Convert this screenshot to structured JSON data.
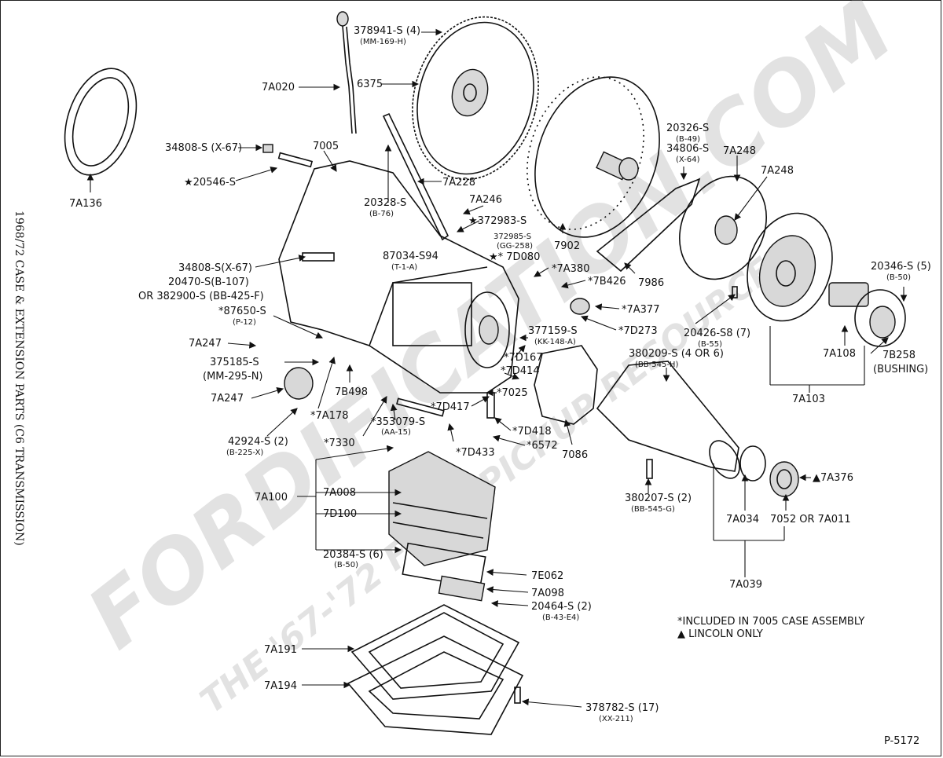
{
  "sidebar_title": "1968/72   CASE & EXTENSION PARTS (C6 TRANSMISSION)",
  "watermark": {
    "line1": "FORDIFICATION.COM",
    "line2": "THE '67-'72 FORD PICKUP RESOURCE"
  },
  "figure_number": "P-5172",
  "notes": [
    "*INCLUDED IN 7005 CASE ASSEMBLY",
    "▲ LINCOLN ONLY"
  ],
  "callouts": [
    {
      "id": "7a136",
      "text": "7A136",
      "sub": ""
    },
    {
      "id": "34808-x67-a",
      "text": "34808-S (X-67)",
      "sub": ""
    },
    {
      "id": "20546",
      "text": "★20546-S",
      "sub": ""
    },
    {
      "id": "7005",
      "text": "7005",
      "sub": ""
    },
    {
      "id": "7a020",
      "text": "7A020",
      "sub": ""
    },
    {
      "id": "378941",
      "text": "378941-S (4)",
      "sub": "(MM-169-H)"
    },
    {
      "id": "6375",
      "text": "6375",
      "sub": ""
    },
    {
      "id": "7a228",
      "text": "7A228",
      "sub": ""
    },
    {
      "id": "20328",
      "text": "20328-S",
      "sub": "(B-76)"
    },
    {
      "id": "7a246",
      "text": "7A246",
      "sub": ""
    },
    {
      "id": "372983",
      "text": "★372983-S",
      "sub": ""
    },
    {
      "id": "372985",
      "text": "372985-S",
      "sub": "(GG-258)"
    },
    {
      "id": "7d080",
      "text": "★* 7D080",
      "sub": ""
    },
    {
      "id": "87034",
      "text": "87034-S94",
      "sub": "(T-1-A)"
    },
    {
      "id": "34808-x67-b",
      "text": "34808-S(X-67)",
      "sub": ""
    },
    {
      "id": "20470",
      "text": "20470-S(B-107)",
      "sub": ""
    },
    {
      "id": "382900",
      "text": "OR 382900-S (BB-425-F)",
      "sub": ""
    },
    {
      "id": "87650",
      "text": "*87650-S",
      "sub": "(P-12)"
    },
    {
      "id": "7a247-a",
      "text": "7A247",
      "sub": ""
    },
    {
      "id": "375185",
      "text": "375185-S",
      "sub": ""
    },
    {
      "id": "mm295",
      "text": "(MM-295-N)",
      "sub": ""
    },
    {
      "id": "7a247-b",
      "text": "7A247",
      "sub": ""
    },
    {
      "id": "42924",
      "text": "42924-S (2)",
      "sub": "(B-225-X)"
    },
    {
      "id": "7a178",
      "text": "*7A178",
      "sub": ""
    },
    {
      "id": "7b498",
      "text": "7B498",
      "sub": ""
    },
    {
      "id": "353079",
      "text": "*353079-S",
      "sub": "(AA-15)"
    },
    {
      "id": "7330",
      "text": "*7330",
      "sub": ""
    },
    {
      "id": "7d433",
      "text": "*7D433",
      "sub": ""
    },
    {
      "id": "7a380",
      "text": "*7A380",
      "sub": ""
    },
    {
      "id": "7b426",
      "text": "*7B426",
      "sub": ""
    },
    {
      "id": "7a377",
      "text": "*7A377",
      "sub": ""
    },
    {
      "id": "7d273",
      "text": "*7D273",
      "sub": ""
    },
    {
      "id": "377159",
      "text": "377159-S",
      "sub": "(KK-148-A)"
    },
    {
      "id": "7d167",
      "text": "*7D167",
      "sub": ""
    },
    {
      "id": "7d414",
      "text": "*7D414",
      "sub": ""
    },
    {
      "id": "7025",
      "text": "*7025",
      "sub": ""
    },
    {
      "id": "7d417",
      "text": "*7D417",
      "sub": ""
    },
    {
      "id": "7d418",
      "text": "*7D418",
      "sub": ""
    },
    {
      "id": "6572",
      "text": "*6572",
      "sub": ""
    },
    {
      "id": "7086",
      "text": "7086",
      "sub": ""
    },
    {
      "id": "7902",
      "text": "7902",
      "sub": ""
    },
    {
      "id": "7986",
      "text": "7986",
      "sub": ""
    },
    {
      "id": "20326",
      "text": "20326-S",
      "sub": "(B-49)"
    },
    {
      "id": "34806",
      "text": "34806-S",
      "sub": "(X-64)"
    },
    {
      "id": "7a248-a",
      "text": "7A248",
      "sub": ""
    },
    {
      "id": "7a248-b",
      "text": "7A248",
      "sub": ""
    },
    {
      "id": "20346",
      "text": "20346-S (5)",
      "sub": "(B-50)"
    },
    {
      "id": "20426",
      "text": "20426-S8 (7)",
      "sub": "(B-55)"
    },
    {
      "id": "380209",
      "text": "380209-S (4 OR 6)",
      "sub": "(BB-545-H)"
    },
    {
      "id": "7a108",
      "text": "7A108",
      "sub": ""
    },
    {
      "id": "7b258",
      "text": "7B258",
      "sub": ""
    },
    {
      "id": "bushing",
      "text": "(BUSHING)",
      "sub": ""
    },
    {
      "id": "7a103",
      "text": "7A103",
      "sub": ""
    },
    {
      "id": "7a376",
      "text": "▲7A376",
      "sub": ""
    },
    {
      "id": "380207",
      "text": "380207-S (2)",
      "sub": "(BB-545-G)"
    },
    {
      "id": "7a034",
      "text": "7A034",
      "sub": ""
    },
    {
      "id": "7052",
      "text": "7052 OR 7A011",
      "sub": ""
    },
    {
      "id": "7a039",
      "text": "7A039",
      "sub": ""
    },
    {
      "id": "7a100",
      "text": "7A100",
      "sub": ""
    },
    {
      "id": "7a008",
      "text": "7A008",
      "sub": ""
    },
    {
      "id": "7d100",
      "text": "7D100",
      "sub": ""
    },
    {
      "id": "20384",
      "text": "20384-S (6)",
      "sub": "(B-50)"
    },
    {
      "id": "7e062",
      "text": "7E062",
      "sub": ""
    },
    {
      "id": "7a098",
      "text": "7A098",
      "sub": ""
    },
    {
      "id": "20464",
      "text": "20464-S (2)",
      "sub": "(B-43-E4)"
    },
    {
      "id": "7a191",
      "text": "7A191",
      "sub": ""
    },
    {
      "id": "7a194",
      "text": "7A194",
      "sub": ""
    },
    {
      "id": "378782",
      "text": "378782-S (17)",
      "sub": "(XX-211)"
    }
  ]
}
